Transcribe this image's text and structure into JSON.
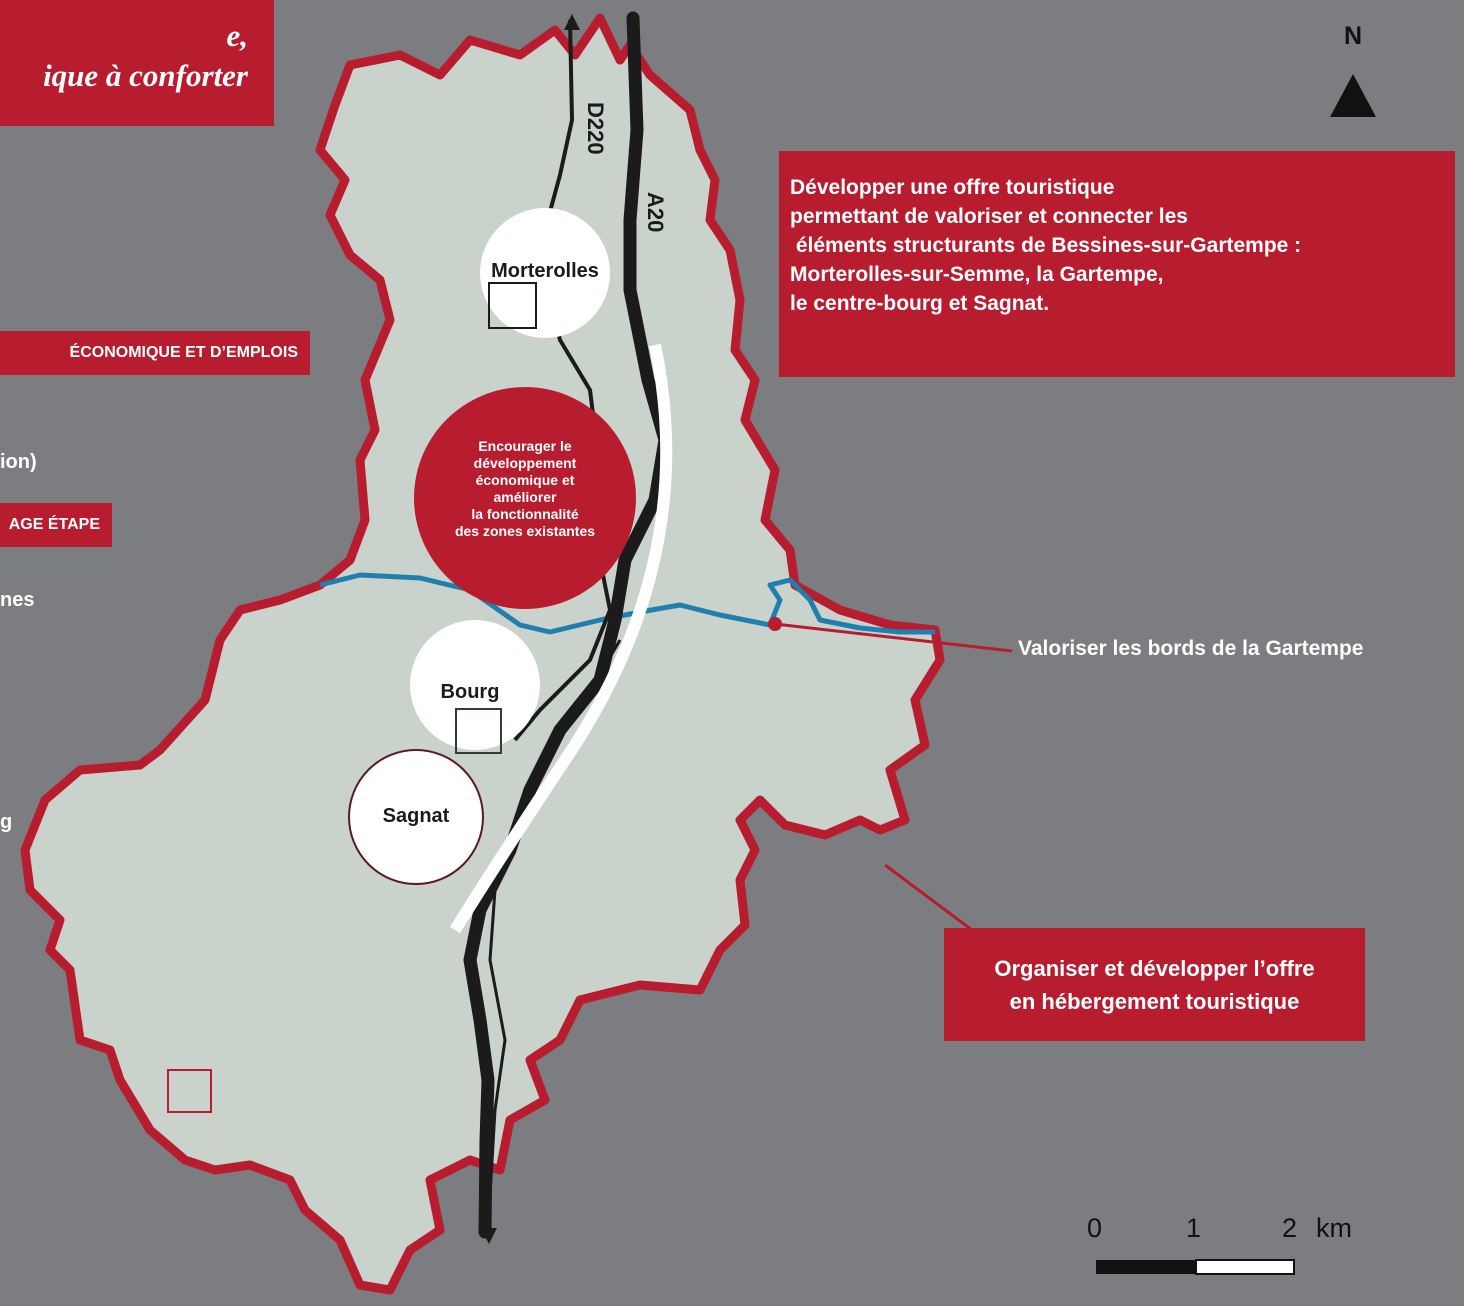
{
  "title": {
    "line1": "e,",
    "line2": "ique à conforter"
  },
  "legend": {
    "section_economic": "ÉCONOMIQUE ET D’EMPLOIS",
    "item_partial_1": "ion)",
    "section_stage": "AGE ÉTAPE",
    "item_partial_2": "nes",
    "item_partial_3": "g"
  },
  "places": {
    "morterolles": "Morterolles",
    "bourg": "Bourg",
    "sagnat": "Sagnat"
  },
  "roads": {
    "d220": "D220",
    "a20": "A20"
  },
  "economic_zone": {
    "lines": [
      "Encourager le",
      "développement",
      "économique et",
      "améliorer",
      "la fonctionnalité",
      "des zones existantes"
    ]
  },
  "callouts": {
    "tourism_offer": {
      "lines": [
        "Développer une offre touristique",
        "permettant de valoriser et connecter les",
        " éléments structurants de Bessines-sur-Gartempe :",
        "Morterolles-sur-Semme, la Gartempe,",
        "le centre-bourg et Sagnat."
      ]
    },
    "gartempe": "Valoriser les bords de la Gartempe",
    "hosting": {
      "lines": [
        "Organiser et développer l’offre",
        "en hébergement touristique"
      ]
    }
  },
  "north_arrow": {
    "label": "N"
  },
  "scale_bar": {
    "labels": [
      "0",
      "1",
      "2"
    ],
    "unit": "km"
  },
  "colors": {
    "background": "#7c7d80",
    "commune_fill": "#c9d3cb",
    "boundary": "#b81c2f",
    "river": "#1f7fae",
    "road": "#1b1b1b",
    "accent": "#b81c2f"
  }
}
